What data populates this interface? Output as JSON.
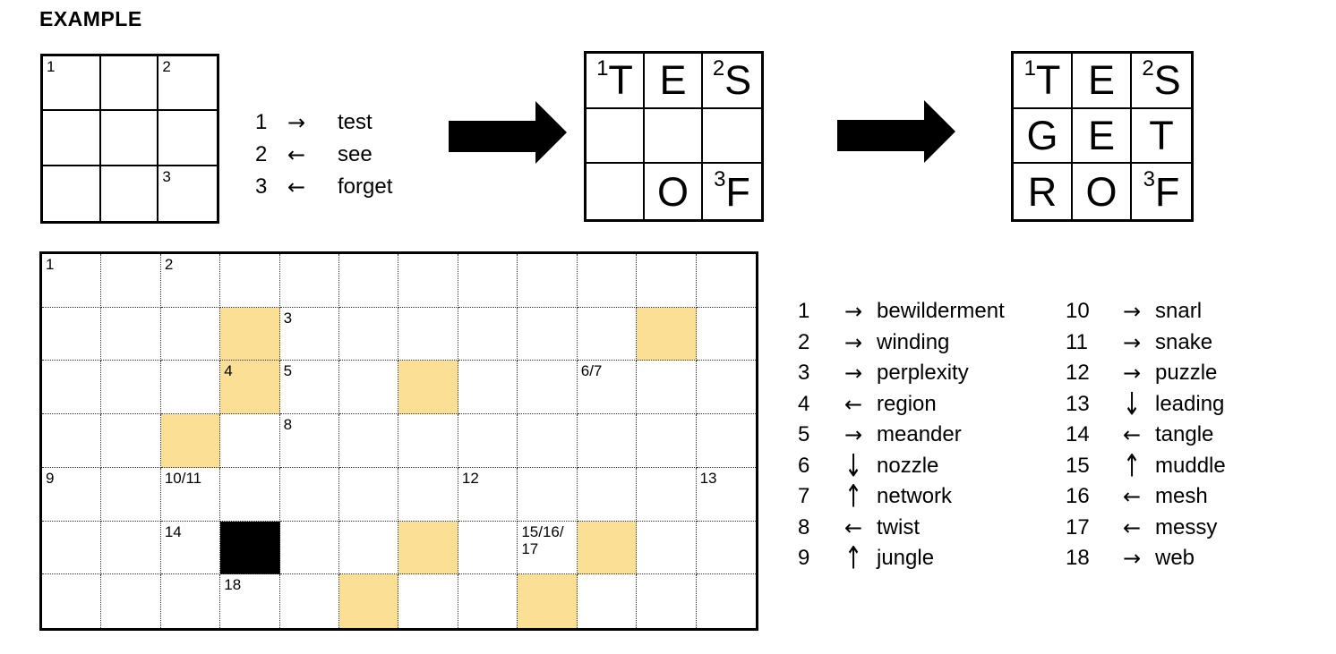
{
  "example": {
    "title": "EXAMPLE",
    "start_grid": {
      "rows": 3,
      "cols": 3,
      "cells": [
        {
          "r": 0,
          "c": 0,
          "num": "1"
        },
        {
          "r": 0,
          "c": 2,
          "num": "2"
        },
        {
          "r": 2,
          "c": 2,
          "num": "3"
        }
      ]
    },
    "clues": [
      {
        "num": "1",
        "dir": "→",
        "word": "test"
      },
      {
        "num": "2",
        "dir": "←",
        "word": "see"
      },
      {
        "num": "3",
        "dir": "←",
        "word": "forget"
      }
    ],
    "mid_grid": {
      "rows": 3,
      "cols": 3,
      "cells": [
        {
          "r": 0,
          "c": 0,
          "sup": "1",
          "letter": "T"
        },
        {
          "r": 0,
          "c": 1,
          "letter": "E"
        },
        {
          "r": 0,
          "c": 2,
          "sup": "2",
          "letter": "S"
        },
        {
          "r": 2,
          "c": 1,
          "letter": "O"
        },
        {
          "r": 2,
          "c": 2,
          "sup": "3",
          "letter": "F"
        }
      ]
    },
    "final_grid": {
      "rows": 3,
      "cols": 3,
      "cells": [
        {
          "r": 0,
          "c": 0,
          "sup": "1",
          "letter": "T"
        },
        {
          "r": 0,
          "c": 1,
          "letter": "E"
        },
        {
          "r": 0,
          "c": 2,
          "sup": "2",
          "letter": "S"
        },
        {
          "r": 1,
          "c": 0,
          "letter": "G"
        },
        {
          "r": 1,
          "c": 1,
          "letter": "E"
        },
        {
          "r": 1,
          "c": 2,
          "letter": "T"
        },
        {
          "r": 2,
          "c": 0,
          "letter": "R"
        },
        {
          "r": 2,
          "c": 1,
          "letter": "O"
        },
        {
          "r": 2,
          "c": 2,
          "sup": "3",
          "letter": "F"
        }
      ]
    }
  },
  "icons": {
    "transform_arrow": "thick-right-arrow"
  },
  "puzzle": {
    "grid": {
      "rows": 7,
      "cols": 12,
      "cells": [
        {
          "r": 0,
          "c": 0,
          "num": "1"
        },
        {
          "r": 0,
          "c": 2,
          "num": "2"
        },
        {
          "r": 1,
          "c": 3,
          "fill": true
        },
        {
          "r": 1,
          "c": 4,
          "num": "3"
        },
        {
          "r": 1,
          "c": 10,
          "fill": true
        },
        {
          "r": 2,
          "c": 3,
          "num": "4",
          "fill": true
        },
        {
          "r": 2,
          "c": 4,
          "num": "5"
        },
        {
          "r": 2,
          "c": 6,
          "fill": true
        },
        {
          "r": 2,
          "c": 9,
          "num": "6/7"
        },
        {
          "r": 3,
          "c": 2,
          "fill": true
        },
        {
          "r": 3,
          "c": 4,
          "num": "8"
        },
        {
          "r": 4,
          "c": 0,
          "num": "9"
        },
        {
          "r": 4,
          "c": 2,
          "num": "10/11"
        },
        {
          "r": 4,
          "c": 7,
          "num": "12"
        },
        {
          "r": 4,
          "c": 11,
          "num": "13"
        },
        {
          "r": 5,
          "c": 2,
          "num": "14"
        },
        {
          "r": 5,
          "c": 3,
          "black": true
        },
        {
          "r": 5,
          "c": 6,
          "fill": true
        },
        {
          "r": 5,
          "c": 8,
          "num": "15/16/\n17"
        },
        {
          "r": 5,
          "c": 9,
          "fill": true
        },
        {
          "r": 6,
          "c": 3,
          "num": "18"
        },
        {
          "r": 6,
          "c": 5,
          "fill": true
        },
        {
          "r": 6,
          "c": 8,
          "fill": true
        }
      ]
    },
    "clues_col1": [
      {
        "num": "1",
        "dir": "→",
        "word": "bewilderment"
      },
      {
        "num": "2",
        "dir": "→",
        "word": "winding"
      },
      {
        "num": "3",
        "dir": "→",
        "word": "perplexity"
      },
      {
        "num": "4",
        "dir": "←",
        "word": "region"
      },
      {
        "num": "5",
        "dir": "→",
        "word": "meander"
      },
      {
        "num": "6",
        "dir": "↓",
        "word": "nozzle"
      },
      {
        "num": "7",
        "dir": "↑",
        "word": "network"
      },
      {
        "num": "8",
        "dir": "←",
        "word": "twist"
      },
      {
        "num": "9",
        "dir": "↑",
        "word": "jungle"
      }
    ],
    "clues_col2": [
      {
        "num": "10",
        "dir": "→",
        "word": "snarl"
      },
      {
        "num": "11",
        "dir": "→",
        "word": "snake"
      },
      {
        "num": "12",
        "dir": "→",
        "word": "puzzle"
      },
      {
        "num": "13",
        "dir": "↓",
        "word": "leading"
      },
      {
        "num": "14",
        "dir": "←",
        "word": "tangle"
      },
      {
        "num": "15",
        "dir": "↑",
        "word": "muddle"
      },
      {
        "num": "16",
        "dir": "←",
        "word": "mesh"
      },
      {
        "num": "17",
        "dir": "←",
        "word": "messy"
      },
      {
        "num": "18",
        "dir": "→",
        "word": "web"
      }
    ]
  },
  "colors": {
    "highlight": "#FADF94",
    "black_cell": "#000000",
    "grid_border": "#000000"
  }
}
